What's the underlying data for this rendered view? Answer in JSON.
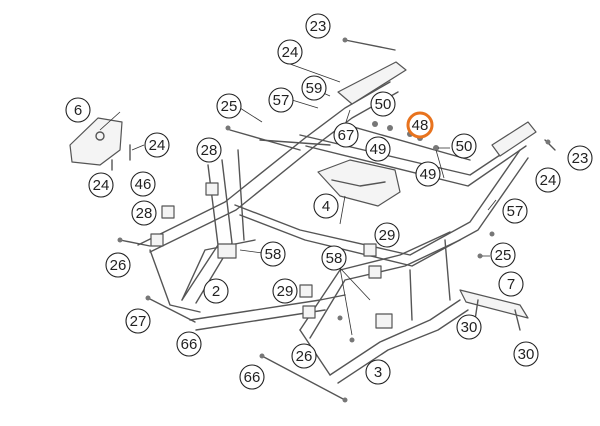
{
  "diagram": {
    "highlight_color": "#e8731e",
    "callouts": [
      {
        "label": "23",
        "highlight": false
      },
      {
        "label": "24",
        "highlight": false
      },
      {
        "label": "59",
        "highlight": false
      },
      {
        "label": "50",
        "highlight": false
      },
      {
        "label": "57",
        "highlight": false
      },
      {
        "label": "25",
        "highlight": false
      },
      {
        "label": "48",
        "highlight": true
      },
      {
        "label": "6",
        "highlight": false
      },
      {
        "label": "24",
        "highlight": false
      },
      {
        "label": "67",
        "highlight": false
      },
      {
        "label": "28",
        "highlight": false
      },
      {
        "label": "49",
        "highlight": false
      },
      {
        "label": "50",
        "highlight": false
      },
      {
        "label": "23",
        "highlight": false
      },
      {
        "label": "24",
        "highlight": false
      },
      {
        "label": "46",
        "highlight": false
      },
      {
        "label": "49",
        "highlight": false
      },
      {
        "label": "24",
        "highlight": false
      },
      {
        "label": "28",
        "highlight": false
      },
      {
        "label": "4",
        "highlight": false
      },
      {
        "label": "57",
        "highlight": false
      },
      {
        "label": "29",
        "highlight": false
      },
      {
        "label": "26",
        "highlight": false
      },
      {
        "label": "58",
        "highlight": false
      },
      {
        "label": "58",
        "highlight": false
      },
      {
        "label": "25",
        "highlight": false
      },
      {
        "label": "2",
        "highlight": false
      },
      {
        "label": "29",
        "highlight": false
      },
      {
        "label": "7",
        "highlight": false
      },
      {
        "label": "27",
        "highlight": false
      },
      {
        "label": "30",
        "highlight": false
      },
      {
        "label": "66",
        "highlight": false
      },
      {
        "label": "26",
        "highlight": false
      },
      {
        "label": "30",
        "highlight": false
      },
      {
        "label": "3",
        "highlight": false
      },
      {
        "label": "66",
        "highlight": false
      }
    ]
  }
}
